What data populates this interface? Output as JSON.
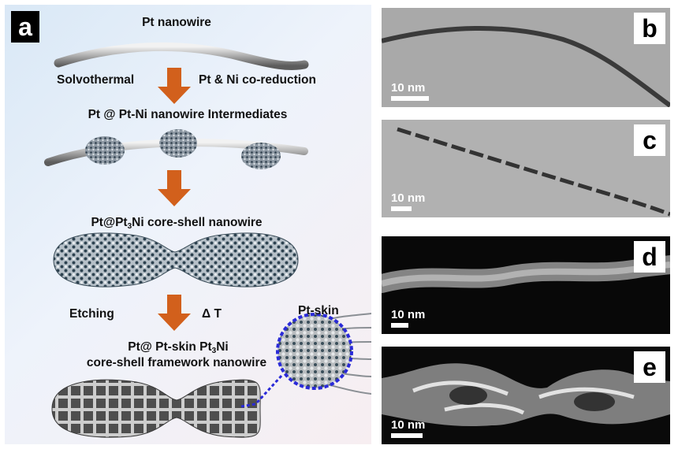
{
  "figure": {
    "panel_a": {
      "label": "a",
      "step1_title": "Pt nanowire",
      "step1_left": "Solvothermal",
      "step1_right": "Pt & Ni co-reduction",
      "step2_title": "Pt @ Pt-Ni nanowire Intermediates",
      "step3_title_pre": "Pt@Pt",
      "step3_sub": "3",
      "step3_title_post": "Ni core-shell nanowire",
      "step3_left": "Etching",
      "step3_right": "Δ T",
      "step4_line1_pre": "Pt@ Pt-skin Pt",
      "step4_line1_sub": "3",
      "step4_line1_post": "Ni",
      "step4_line2": "core-shell framework nanowire",
      "inset_label": "Pt-skin"
    },
    "panels": [
      {
        "label": "b",
        "scale": "10 nm"
      },
      {
        "label": "c",
        "scale": "10 nm"
      },
      {
        "label": "d",
        "scale": "10 nm"
      },
      {
        "label": "e",
        "scale": "10 nm"
      }
    ],
    "colors": {
      "arrow": "#d2601c",
      "inset_ring": "#2a2ad8"
    }
  }
}
